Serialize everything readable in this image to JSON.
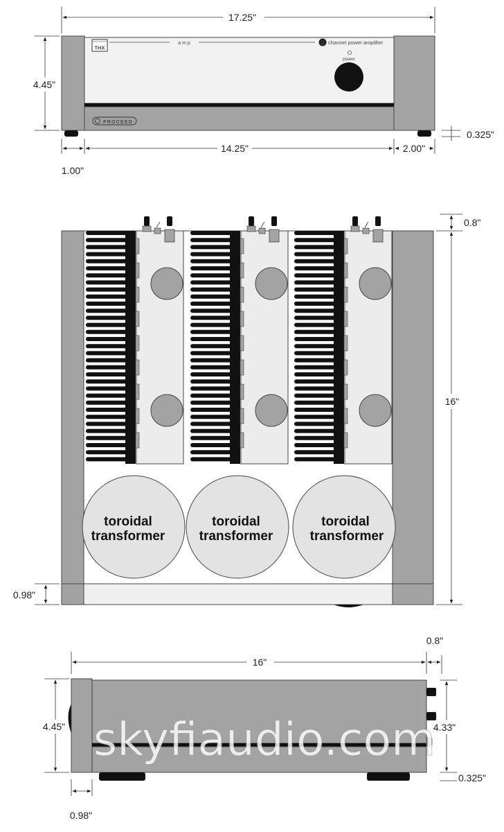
{
  "front_view": {
    "width_label": "17.25\"",
    "height_label": "4.45\"",
    "foot_height_label": "0.325\"",
    "inner_width_label": "14.25\"",
    "side_right_label": "2.00\"",
    "side_left_label": "1.00\"",
    "panel_text_amp": "a m p",
    "panel_text_channel": "channel power amplifier",
    "channel_count": "3",
    "power_label": "power",
    "brand_logo": "PROCEED",
    "thx_logo": "THX"
  },
  "top_view": {
    "depth_label": "16\"",
    "rear_offset_label": "0.8\"",
    "front_offset_label": "0.98\"",
    "transformer_line1": "toroidal",
    "transformer_line2": "transformer"
  },
  "side_view": {
    "depth_label": "16\"",
    "rear_offset_label": "0.8\"",
    "height_label": "4.45\"",
    "rear_height_label": "4.33\"",
    "foot_height_label": "0.325\"",
    "front_offset_label": "0.98\""
  },
  "watermark": "skyfiaudio.com",
  "colors": {
    "chassis_gray": "#a3a3a3",
    "panel_light": "#eeeeee",
    "heatsink_black": "#111111",
    "transformer_fill": "#e3e3e3"
  }
}
